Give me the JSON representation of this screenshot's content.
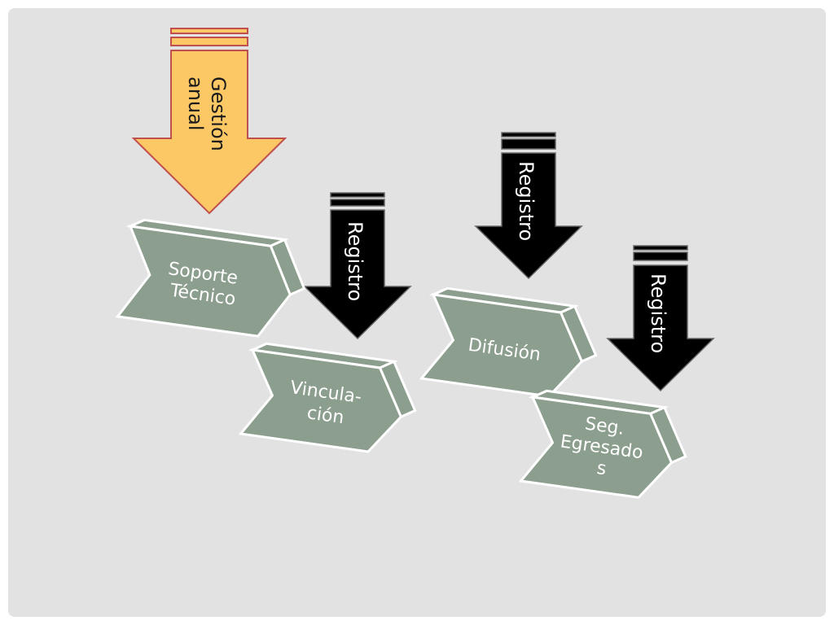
{
  "arrows": [
    {
      "id": "gestion-anual",
      "label_lines": [
        "Gestión",
        "anual"
      ],
      "color": "#fcc865",
      "stroke": "#c0504d"
    },
    {
      "id": "registro-1",
      "label": "Registro",
      "color": "#000000"
    },
    {
      "id": "registro-2",
      "label": "Registro",
      "color": "#000000"
    },
    {
      "id": "registro-3",
      "label": "Registro",
      "color": "#000000"
    }
  ],
  "steps": [
    {
      "id": "soporte-tecnico",
      "label_lines": [
        "Soporte",
        "Técnico"
      ]
    },
    {
      "id": "vinculacion",
      "label_lines": [
        "Vincula-",
        "ción"
      ]
    },
    {
      "id": "difusion",
      "label_lines": [
        "Difusión"
      ]
    },
    {
      "id": "seg-egresados",
      "label_lines": [
        "Seg.",
        "Egresado",
        "s"
      ]
    }
  ],
  "colors": {
    "chevron_fill": "#8c9e8e",
    "chevron_side": "#8c9e8e",
    "chevron_outline": "#ffffff",
    "background": "#e2e2e2"
  }
}
